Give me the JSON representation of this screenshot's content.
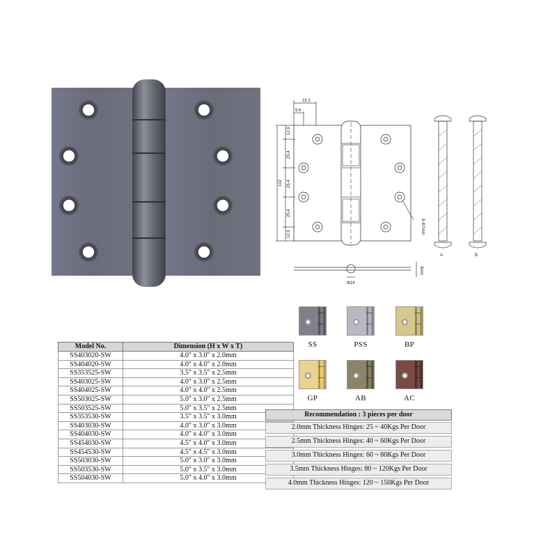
{
  "colors": {
    "photo_plate": "#6d6f7d",
    "photo_knuckle": "#5f616d"
  },
  "drawing": {
    "dims": {
      "top_width": "19.3",
      "small_width": "9.6",
      "seg_a": "12.9",
      "seg_b": "25.4",
      "overall": "102",
      "seg_c": "25.4",
      "seg_d": "25.4",
      "seg_e": "12.9",
      "holes": "8-Φ7mm",
      "diameter": "Φ14",
      "thickness": "3mm",
      "label_a": "A",
      "label_b": "B"
    }
  },
  "finishes": [
    {
      "code": "SS",
      "color": "#7f8089",
      "knuckle": "#5b5c64"
    },
    {
      "code": "PSS",
      "color": "#b8b9c2",
      "knuckle": "#8e8f98"
    },
    {
      "code": "BP",
      "color": "#d5c88c",
      "knuckle": "#a39453"
    },
    {
      "code": "GP",
      "color": "#e8d48e",
      "knuckle": "#c6a63a"
    },
    {
      "code": "AB",
      "color": "#8a8468",
      "knuckle": "#5e5a44"
    },
    {
      "code": "AC",
      "color": "#7a4a44",
      "knuckle": "#4e2d29"
    }
  ],
  "model_table": {
    "headers": [
      "Model No.",
      "Dimension (H x W x T)"
    ],
    "rows": [
      [
        "SS403020-SW",
        "4.0\" x 3.0\" x 2.0mm"
      ],
      [
        "SS404020-SW",
        "4.0\" x 4.0\" x 2.0mm"
      ],
      [
        "SS353525-SW",
        "3.5\" x 3.5\" x 2.5mm"
      ],
      [
        "SS403025-SW",
        "4.0\" x 3.0\" x 2.5mm"
      ],
      [
        "SS404025-SW",
        "4.0\" x 4.0\" x 2.5mm"
      ],
      [
        "SS503025-SW",
        "5.0\" x 3.0\" x 2.5mm"
      ],
      [
        "SS503525-SW",
        "5.0\" x 3.5\" x 2.5mm"
      ],
      [
        "SS353530-SW",
        "3.5\" x 3.5\" x 3.0mm"
      ],
      [
        "SS403030-SW",
        "4.0\" x 3.0\" x 3.0mm"
      ],
      [
        "SS404030-SW",
        "4.0\" x 4.0\" x 3.0mm"
      ],
      [
        "SS454030-SW",
        "4.5\" x 4.0\" x 3.0mm"
      ],
      [
        "SS454530-SW",
        "4.5\" x 4.5\" x 3.0mm"
      ],
      [
        "SS503030-SW",
        "5.0\" x 3.0\" x 3.0mm"
      ],
      [
        "SS503530-SW",
        "5.0\" x 3.5\" x 3.0mm"
      ],
      [
        "SS504030-SW",
        "5.0\" x 4.0\" x 3.0mm"
      ]
    ]
  },
  "recommendation": {
    "title": "Recommendation : 3 pieces per door",
    "rows": [
      "2.0mm Thickness Hinges: 25 ~ 40Kgs Per Door",
      "2.5mm Thickness Hinges: 40 ~ 60Kgs Per Door",
      "3.0mm Thickness Hinges: 60 ~ 80Kgs Per Door",
      "3.5mm Thickness Hinges: 80 ~ 120Kgs Per Door",
      "4.0mm Thickness Hinges: 120 ~ 150Kgs Per Door"
    ]
  }
}
